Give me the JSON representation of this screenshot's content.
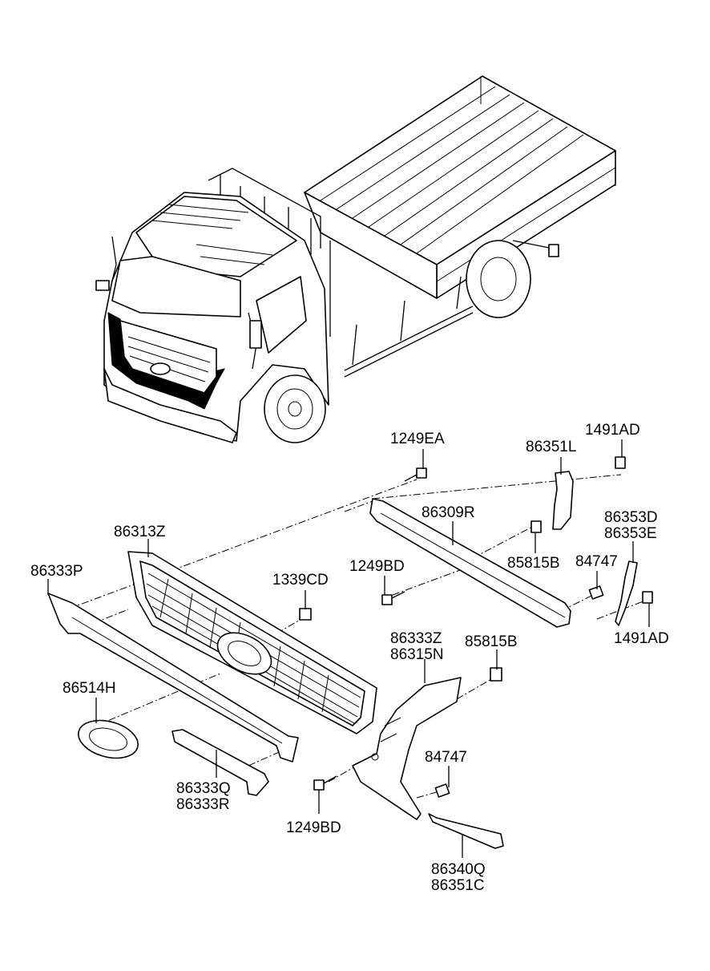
{
  "labels": {
    "p1249EA": "1249EA",
    "p1491AD_top": "1491AD",
    "p86351L": "86351L",
    "p86353D": "86353D",
    "p86353E": "86353E",
    "p86309R": "86309R",
    "p86313Z": "86313Z",
    "p86333P": "86333P",
    "p1339CD": "1339CD",
    "p1249BD_mid": "1249BD",
    "p85815B_top": "85815B",
    "p84747_top": "84747",
    "p1491AD_bot": "1491AD",
    "p86333Z": "86333Z",
    "p86315N": "86315N",
    "p85815B_bot": "85815B",
    "p86514H": "86514H",
    "p84747_bot": "84747",
    "p86333Q": "86333Q",
    "p86333R": "86333R",
    "p1249BD_bot": "1249BD",
    "p86340Q": "86340Q",
    "p86351C": "86351C"
  }
}
